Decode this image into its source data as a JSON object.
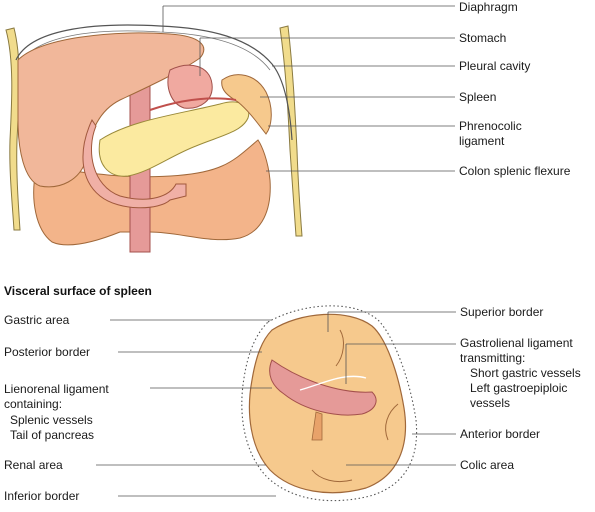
{
  "top_labels": {
    "diaphragm": "Diaphragm",
    "stomach": "Stomach",
    "pleural_cavity": "Pleural cavity",
    "spleen": "Spleen",
    "phrenocolic_1": "Phrenocolic",
    "phrenocolic_2": "ligament",
    "colon": "Colon splenic flexure"
  },
  "section_title": "Visceral surface of spleen",
  "bottom_labels": {
    "gastric_area": "Gastric area",
    "posterior_border": "Posterior border",
    "lienorenal_1": "Lienorenal ligament",
    "lienorenal_2": "containing:",
    "lienorenal_3": "Splenic vessels",
    "lienorenal_4": "Tail of pancreas",
    "renal_area": "Renal area",
    "inferior_border": "Inferior border",
    "superior_border": "Superior border",
    "gastrolienal_1": "Gastrolienal ligament",
    "gastrolienal_2": "transmitting:",
    "gastrolienal_3": "Short gastric vessels",
    "gastrolienal_4": "Left gastroepiploic",
    "gastrolienal_5": "vessels",
    "anterior_border": "Anterior border",
    "colic_area": "Colic area"
  },
  "colors": {
    "organ_orange": "#f6c98d",
    "organ_outline": "#b07a4a",
    "liver": "#f1b79a",
    "pancreas": "#fbeaa0",
    "vessel": "#e8a2a0",
    "rib": "#f1dc8c"
  }
}
